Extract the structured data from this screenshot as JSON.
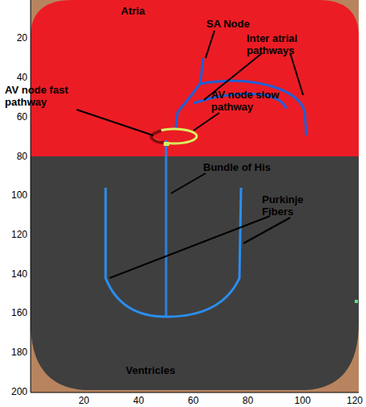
{
  "diagram": {
    "nodes": [
      {
        "text": [
          "Atria"
        ]
      },
      {
        "text": [
          "Ventricles"
        ]
      }
    ],
    "labels": [
      "SA Node",
      "Inter atrial pathways",
      "AV node fast pathway",
      "AV node slow pathway",
      "Bundle of His",
      "Purkinje Fibers",
      "20",
      "40",
      "60",
      "80",
      "100",
      "120",
      "140",
      "160",
      "180",
      "200",
      "20",
      "40",
      "60",
      "80",
      "100",
      "120"
    ]
  }
}
